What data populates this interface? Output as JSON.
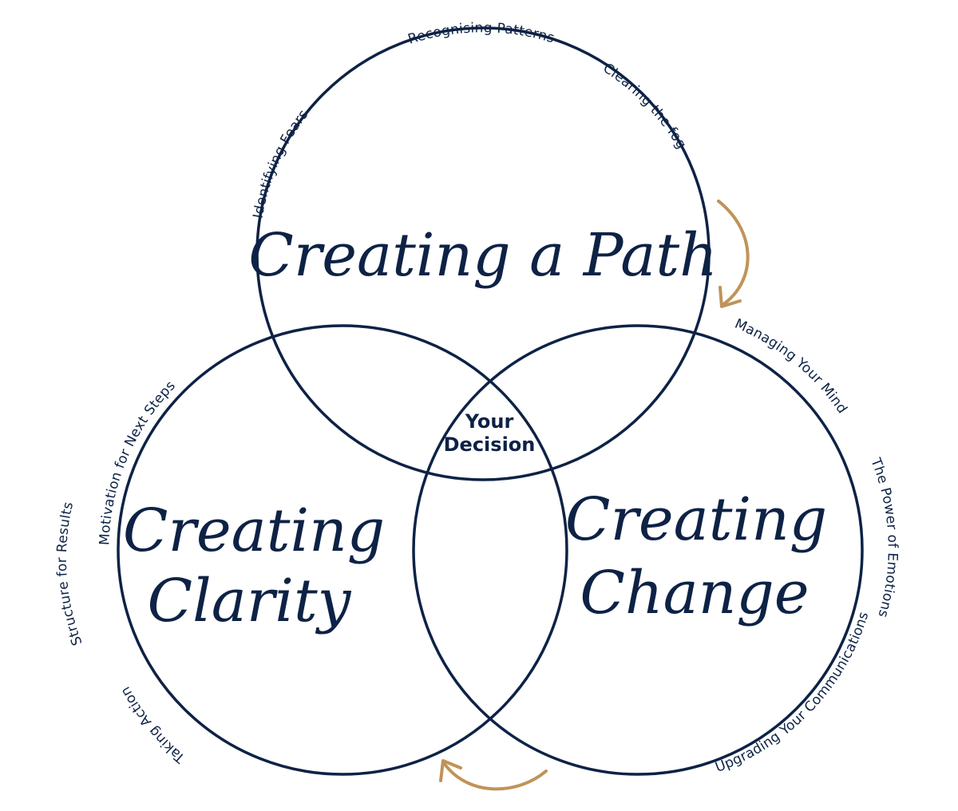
{
  "center_label": {
    "line1": "Your",
    "line2": "Decision"
  },
  "circles": {
    "top": {
      "title": "Creating a Path",
      "labels": [
        "Identifying Fears",
        "Recognising Patterns",
        "Clearing the fog"
      ]
    },
    "left": {
      "title_line1": "Creating",
      "title_line2": "Clarity",
      "labels": [
        "Motivation for Next Steps",
        "Structure for Results",
        "Taking Action"
      ]
    },
    "right": {
      "title_line1": "Creating",
      "title_line2": "Change",
      "labels": [
        "Managing Your Mind",
        "The Power of Emotions",
        "Upgrading Your Communications"
      ]
    }
  },
  "colors": {
    "circle_stroke": "#0d2245",
    "text": "#0d2245",
    "arrow": "#c09358",
    "background": "#ffffff"
  }
}
